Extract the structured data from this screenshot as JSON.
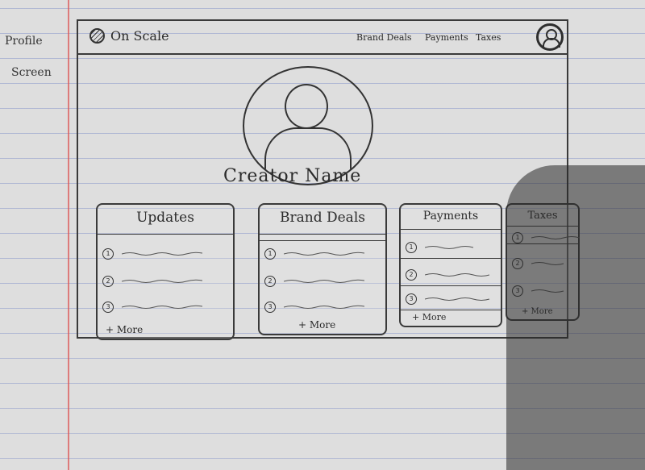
{
  "side_note": {
    "line1": "Profile",
    "line2": "Screen"
  },
  "topbar": {
    "brand": "On Scale",
    "nav": [
      "Brand Deals",
      "Payments",
      "Taxes"
    ]
  },
  "profile": {
    "name": "Creator Name"
  },
  "cards": [
    {
      "title": "Updates",
      "items": [
        "1",
        "2",
        "3"
      ],
      "more": "+ More"
    },
    {
      "title": "Brand Deals",
      "items": [
        "1",
        "2",
        "3"
      ],
      "more": "+ More"
    },
    {
      "title": "Payments",
      "items": [
        "1",
        "2",
        "3"
      ],
      "more": "+ More"
    },
    {
      "title": "Taxes",
      "items": [
        "1",
        "2",
        "3"
      ],
      "more": "+ More"
    }
  ]
}
